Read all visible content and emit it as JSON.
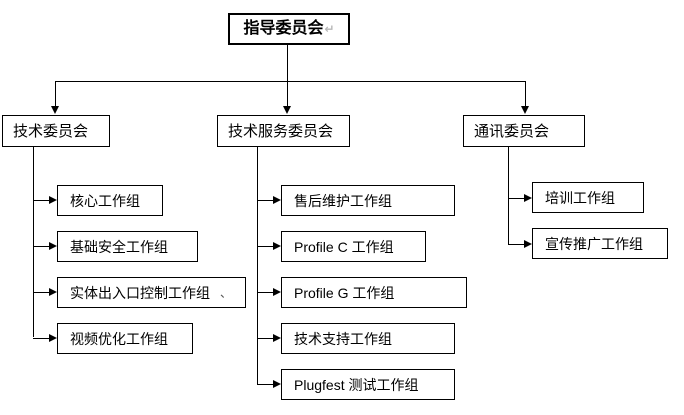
{
  "diagram": {
    "type": "organization-chart",
    "title_node": {
      "id": "root",
      "label": "指导委员会",
      "trailing_mark": "↵"
    },
    "level2": [
      {
        "id": "tech-committee",
        "label": "技术委员会"
      },
      {
        "id": "tech-service-committee",
        "label": "技术服务委员会"
      },
      {
        "id": "communication-committee",
        "label": "通讯委员会"
      }
    ],
    "groups": {
      "tech_committee_children": [
        {
          "id": "core-wg",
          "label": "核心工作组"
        },
        {
          "id": "basic-security-wg",
          "label": "基础安全工作组"
        },
        {
          "id": "physical-access-control-wg",
          "label": "实体出入口控制工作组",
          "trailing_mark": "、"
        },
        {
          "id": "video-optimization-wg",
          "label": "视频优化工作组"
        }
      ],
      "tech_service_committee_children": [
        {
          "id": "after-sales-maintenance-wg",
          "label": "售后维护工作组"
        },
        {
          "id": "profile-c-wg",
          "label": "Profile C 工作组"
        },
        {
          "id": "profile-g-wg",
          "label": "Profile G 工作组"
        },
        {
          "id": "tech-support-wg",
          "label": "技术支持工作组"
        },
        {
          "id": "plugfest-test-wg",
          "label": "Plugfest 测试工作组"
        }
      ],
      "communication_committee_children": [
        {
          "id": "training-wg",
          "label": "培训工作组"
        },
        {
          "id": "promotion-wg",
          "label": "宣传推广工作组"
        }
      ]
    },
    "colors": {
      "background": "#ffffff",
      "border": "#000000",
      "text": "#000000",
      "connector": "#000000",
      "pilcrow": "#b8b8b8"
    }
  }
}
